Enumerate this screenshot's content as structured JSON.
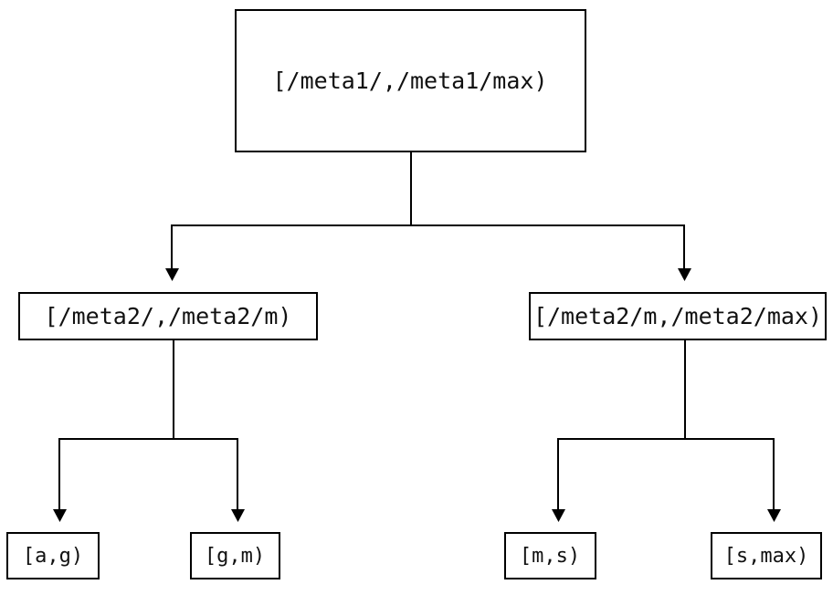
{
  "diagram": {
    "type": "tree",
    "title": "",
    "background_color": "#ffffff",
    "line_color": "#000000",
    "text_color": "#111111",
    "nodes": {
      "root": {
        "label": "[/meta1/,/meta1/max)",
        "level": 0
      },
      "mid_left": {
        "label": "[/meta2/,/meta2/m)",
        "level": 1
      },
      "mid_right": {
        "label": "[/meta2/m,/meta2/max)",
        "level": 1
      },
      "leaf_1": {
        "label": "[a,g)",
        "level": 2
      },
      "leaf_2": {
        "label": "[g,m)",
        "level": 2
      },
      "leaf_3": {
        "label": "[m,s)",
        "level": 2
      },
      "leaf_4": {
        "label": "[s,max)",
        "level": 2
      }
    },
    "edges": [
      {
        "from": "root",
        "to": "mid_left",
        "arrow": "down"
      },
      {
        "from": "root",
        "to": "mid_right",
        "arrow": "down"
      },
      {
        "from": "mid_left",
        "to": "leaf_1",
        "arrow": "down"
      },
      {
        "from": "mid_left",
        "to": "leaf_2",
        "arrow": "down"
      },
      {
        "from": "mid_right",
        "to": "leaf_3",
        "arrow": "down"
      },
      {
        "from": "mid_right",
        "to": "leaf_4",
        "arrow": "down"
      }
    ]
  }
}
